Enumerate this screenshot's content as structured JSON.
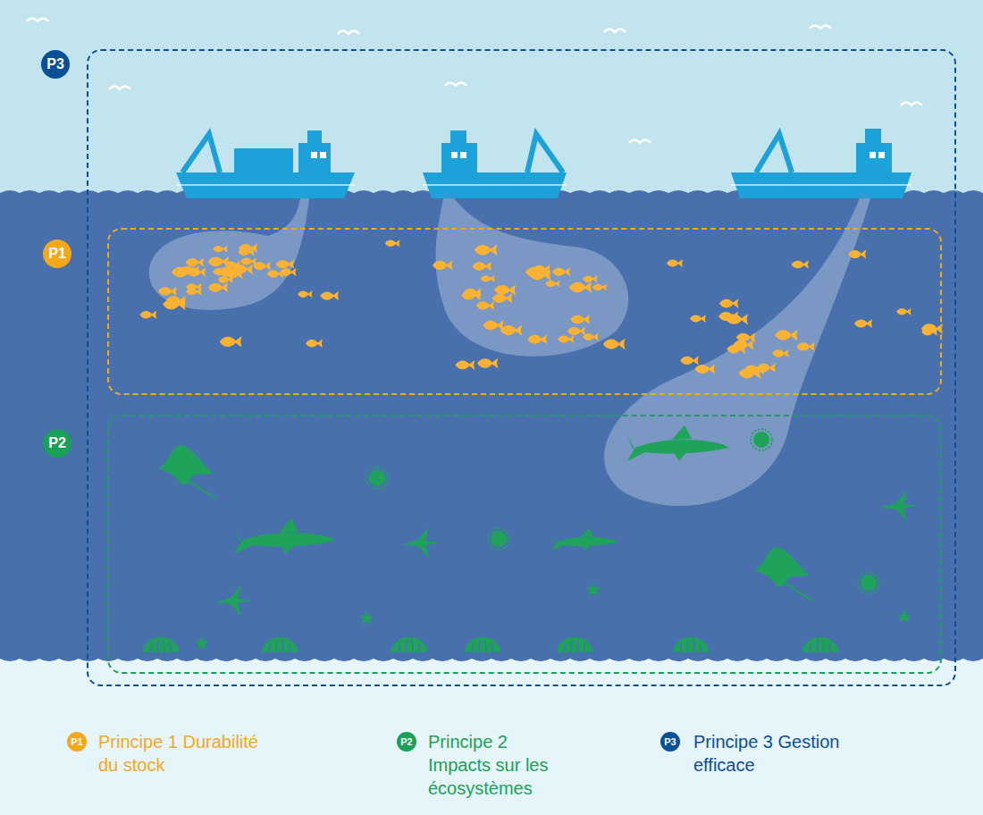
{
  "diagram": {
    "nodes": [
      {
        "text": [
          "P3"
        ]
      },
      {
        "text": [
          "P1"
        ],
        "in": 0
      },
      {
        "text": [
          "P2"
        ],
        "in": 0
      }
    ],
    "labels": [
      "P1",
      "P2",
      "P3"
    ],
    "legend": [
      {
        "text": "Principe 1 Durabilité du stock",
        "color": "#f5a81c"
      },
      {
        "text": "Principe 2 Impacts sur les écosystèmes",
        "color": "#1aa157"
      },
      {
        "text": "Principe 3 Gestion efficace",
        "color": "#0b4f97"
      }
    ]
  }
}
